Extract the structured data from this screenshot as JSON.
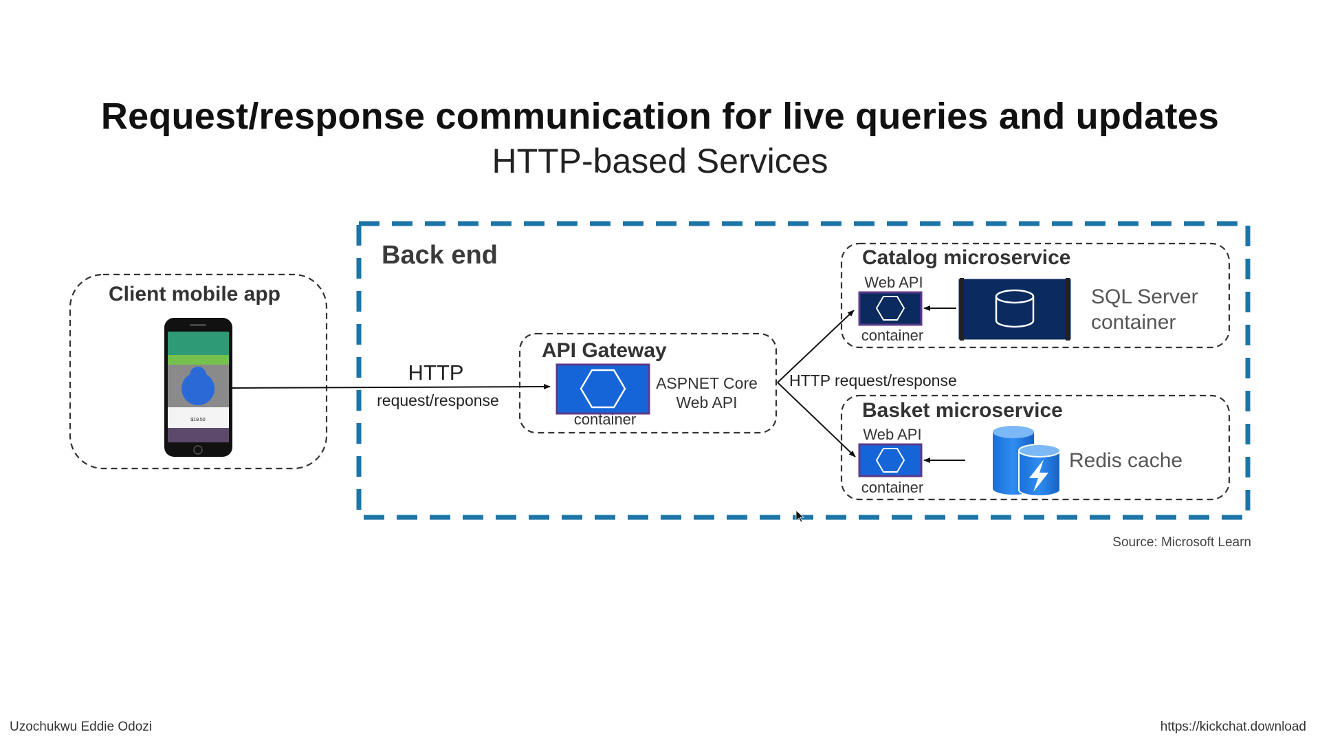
{
  "slide": {
    "title": "Request/response communication for live queries and updates",
    "subtitle": "HTTP-based Services",
    "source": "Source: Microsoft Learn"
  },
  "diagram": {
    "client": {
      "title": "Client mobile app",
      "phone_price": "$19.50"
    },
    "http_link": {
      "label": "HTTP",
      "sublabel": "request/response"
    },
    "backend": {
      "title": "Back end",
      "border_color": "#1d74a6"
    },
    "api_gateway": {
      "title": "API Gateway",
      "container_label": "container",
      "tech_line1": "ASPNET Core",
      "tech_line2": "Web API",
      "fill_color": "#1565d8"
    },
    "http_internal_label": "HTTP request/response",
    "catalog": {
      "title": "Catalog microservice",
      "api_label": "Web API",
      "container_label": "container",
      "db_line1": "SQL Server",
      "db_line2": "container",
      "fill_color": "#0b2a5e"
    },
    "basket": {
      "title": "Basket microservice",
      "api_label": "Web API",
      "container_label": "container",
      "cache_label": "Redis cache",
      "fill_color": "#1565d8"
    }
  },
  "footer": {
    "author": "Uzochukwu Eddie Odozi",
    "url": "https://kickchat.download"
  }
}
